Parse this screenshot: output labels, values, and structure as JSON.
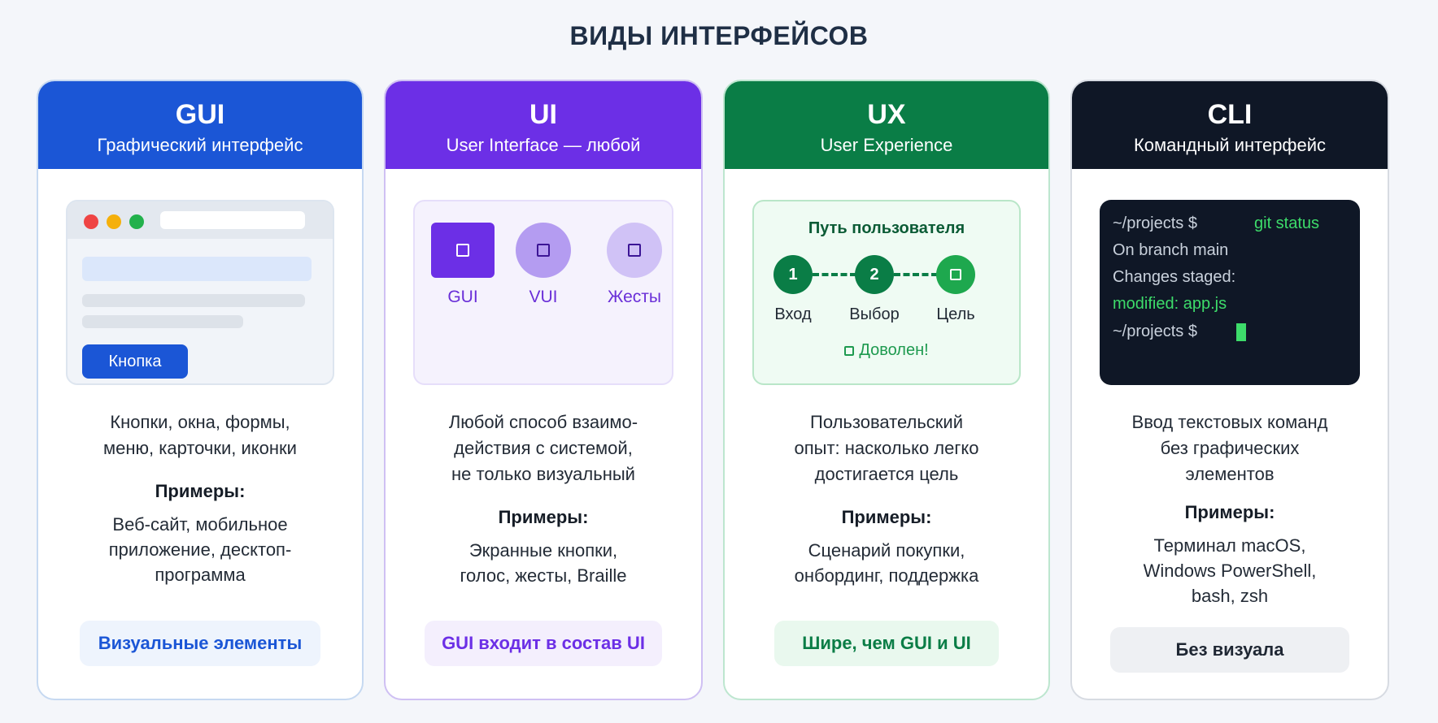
{
  "title": "ВИДЫ ИНТЕРФЕЙСОВ",
  "colors": {
    "gui_accent": "#1b56d6",
    "ui_accent": "#6c2fe6",
    "ux_accent": "#0a7d46",
    "cli_accent": "#0f1726",
    "terminal_green": "#3ddc6a"
  },
  "cards": [
    {
      "name": "GUI",
      "subtitle": "Графический интерфейс",
      "desc": [
        "Кнопки, окна, формы,",
        "меню, карточки, иконки"
      ],
      "examples_title": "Примеры:",
      "examples": [
        "Веб-сайт, мобильное",
        "приложение, десктоп-",
        "программа"
      ],
      "badge": "Визуальные элементы",
      "illustration": {
        "button_label": "Кнопка"
      }
    },
    {
      "name": "UI",
      "subtitle": "User Interface — любой",
      "desc": [
        "Любой способ взаимо-",
        "действия с системой,",
        "не только визуальный"
      ],
      "examples_title": "Примеры:",
      "examples": [
        "Экранные кнопки,",
        "голос, жесты, Braille"
      ],
      "badge": "GUI входит в состав UI",
      "illustration": {
        "items": [
          "GUI",
          "VUI",
          "Жесты"
        ]
      }
    },
    {
      "name": "UX",
      "subtitle": "User Experience",
      "desc": [
        "Пользовательский",
        "опыт: насколько легко",
        "достигается цель"
      ],
      "examples_title": "Примеры:",
      "examples": [
        "Сценарий покупки,",
        "онбординг, поддержка"
      ],
      "badge": "Шире, чем GUI и UI",
      "illustration": {
        "title": "Путь пользователя",
        "steps": [
          {
            "num": "1",
            "label": "Вход"
          },
          {
            "num": "2",
            "label": "Выбор"
          },
          {
            "num": "",
            "label": "Цель"
          }
        ],
        "result": "Доволен!"
      }
    },
    {
      "name": "CLI",
      "subtitle": "Командный интерфейс",
      "desc": [
        "Ввод текстовых команд",
        "без графических",
        "элементов"
      ],
      "examples_title": "Примеры:",
      "examples": [
        "Терминал macOS,",
        "Windows PowerShell,",
        "bash, zsh"
      ],
      "badge": "Без визуала",
      "illustration": {
        "prompt1": "~/projects $",
        "command": "git status",
        "out1": "On branch main",
        "out2": "Changes staged:",
        "out3": "modified: app.js",
        "prompt2": "~/projects $"
      }
    }
  ]
}
